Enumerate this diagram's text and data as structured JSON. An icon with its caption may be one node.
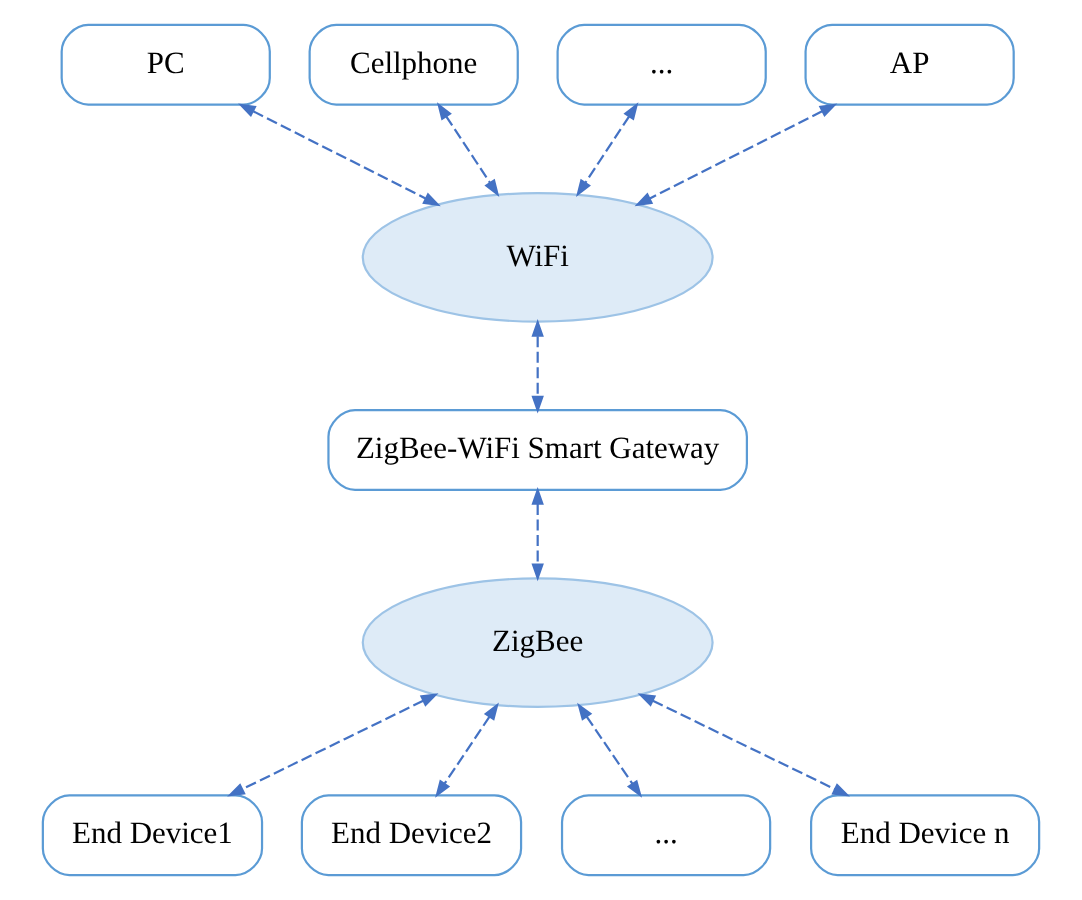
{
  "diagram": {
    "nodes": [
      {
        "text": [
          "PC"
        ]
      },
      {
        "text": [
          "Cellphone"
        ]
      },
      {
        "text": [
          "..."
        ]
      },
      {
        "text": [
          "AP"
        ]
      },
      {
        "text": [
          "WiFi"
        ]
      },
      {
        "text": [
          "ZigBee-WiFi Smart Gateway"
        ]
      },
      {
        "text": [
          "ZigBee"
        ]
      },
      {
        "text": [
          "End Device1"
        ]
      },
      {
        "text": [
          "End Device2"
        ]
      },
      {
        "text": [
          "..."
        ]
      },
      {
        "text": [
          "End Device n"
        ]
      }
    ],
    "edges": [
      {
        "from": 0,
        "to": 4,
        "arrow": "both",
        "style": "dashed"
      },
      {
        "from": 1,
        "to": 4,
        "arrow": "both",
        "style": "dashed"
      },
      {
        "from": 2,
        "to": 4,
        "arrow": "both",
        "style": "dashed"
      },
      {
        "from": 3,
        "to": 4,
        "arrow": "both",
        "style": "dashed"
      },
      {
        "from": 4,
        "to": 5,
        "arrow": "both",
        "style": "dashed"
      },
      {
        "from": 5,
        "to": 6,
        "arrow": "both",
        "style": "dashed"
      },
      {
        "from": 6,
        "to": 7,
        "arrow": "both",
        "style": "dashed"
      },
      {
        "from": 6,
        "to": 8,
        "arrow": "both",
        "style": "dashed"
      },
      {
        "from": 6,
        "to": 9,
        "arrow": "both",
        "style": "dashed"
      },
      {
        "from": 6,
        "to": 10,
        "arrow": "both",
        "style": "dashed"
      }
    ]
  }
}
